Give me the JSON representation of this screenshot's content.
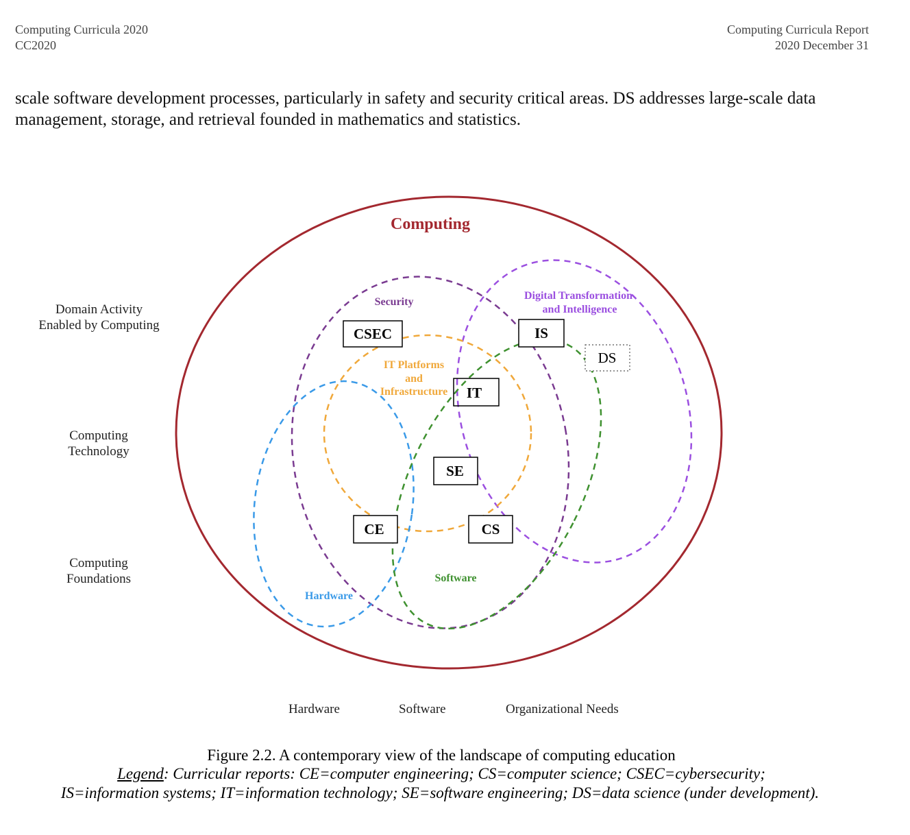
{
  "header": {
    "left_line1": "Computing Curricula 2020",
    "left_line2": "CC2020",
    "right_line1": "Computing Curricula Report",
    "right_line2": "2020 December 31"
  },
  "paragraph": {
    "line1": "scale software development processes, particularly in safety and security critical areas. DS addresses large-scale data",
    "line2": "management, storage, and retrieval founded in mathematics and statistics."
  },
  "diagram": {
    "title": "Computing",
    "regions": {
      "security": "Security",
      "digital_line1": "Digital Transformation",
      "digital_line2": "and Intelligence",
      "it_line1": "IT Platforms",
      "it_line2": "and",
      "it_line3": "Infrastructure",
      "software": "Software",
      "hardware": "Hardware"
    },
    "boxes": {
      "csec": "CSEC",
      "is": "IS",
      "ds": "DS",
      "it": "IT",
      "se": "SE",
      "ce": "CE",
      "cs": "CS"
    },
    "colors": {
      "computing": "#a3282f",
      "security": "#7a3b91",
      "digital": "#9b4fe0",
      "it_platforms": "#f0a83a",
      "software": "#3f9130",
      "hardware": "#3a9ae8"
    },
    "left_axis": {
      "top_line1": "Domain Activity",
      "top_line2": "Enabled by Computing",
      "mid_line1": "Computing",
      "mid_line2": "Technology",
      "bottom_line1": "Computing",
      "bottom_line2": "Foundations"
    },
    "bottom_axis": {
      "hardware": "Hardware",
      "software": "Software",
      "org_needs": "Organizational Needs"
    }
  },
  "caption": {
    "line1": "Figure 2.2. A contemporary view of the landscape of computing education",
    "legend_word": "Legend",
    "line2_rest": ": Curricular reports: CE=computer engineering; CS=computer science; CSEC=cybersecurity;",
    "line3": "IS=information systems; IT=information technology; SE=software engineering; DS=data science (under development)."
  }
}
